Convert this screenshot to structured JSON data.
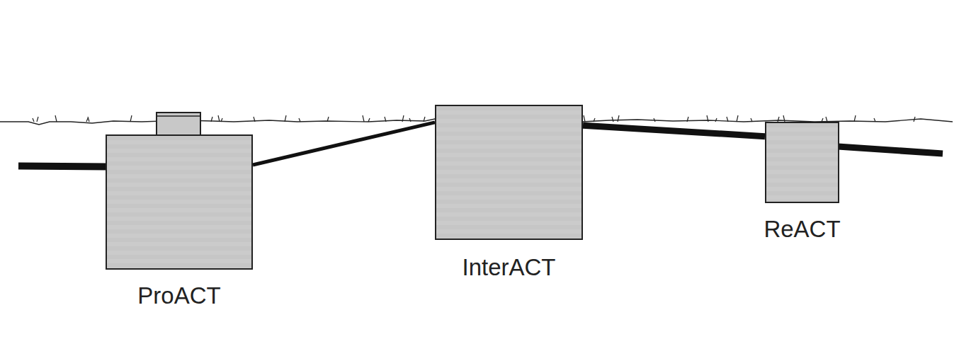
{
  "diagram": {
    "nodes": [
      {
        "text": [
          "ProACT"
        ]
      },
      {
        "text": [
          "InterACT"
        ]
      },
      {
        "text": [
          "ReACT"
        ]
      }
    ],
    "edges": [
      {
        "from": 0,
        "to": 1,
        "arrow": "none"
      },
      {
        "from": 1,
        "to": 2,
        "arrow": "none"
      }
    ]
  }
}
